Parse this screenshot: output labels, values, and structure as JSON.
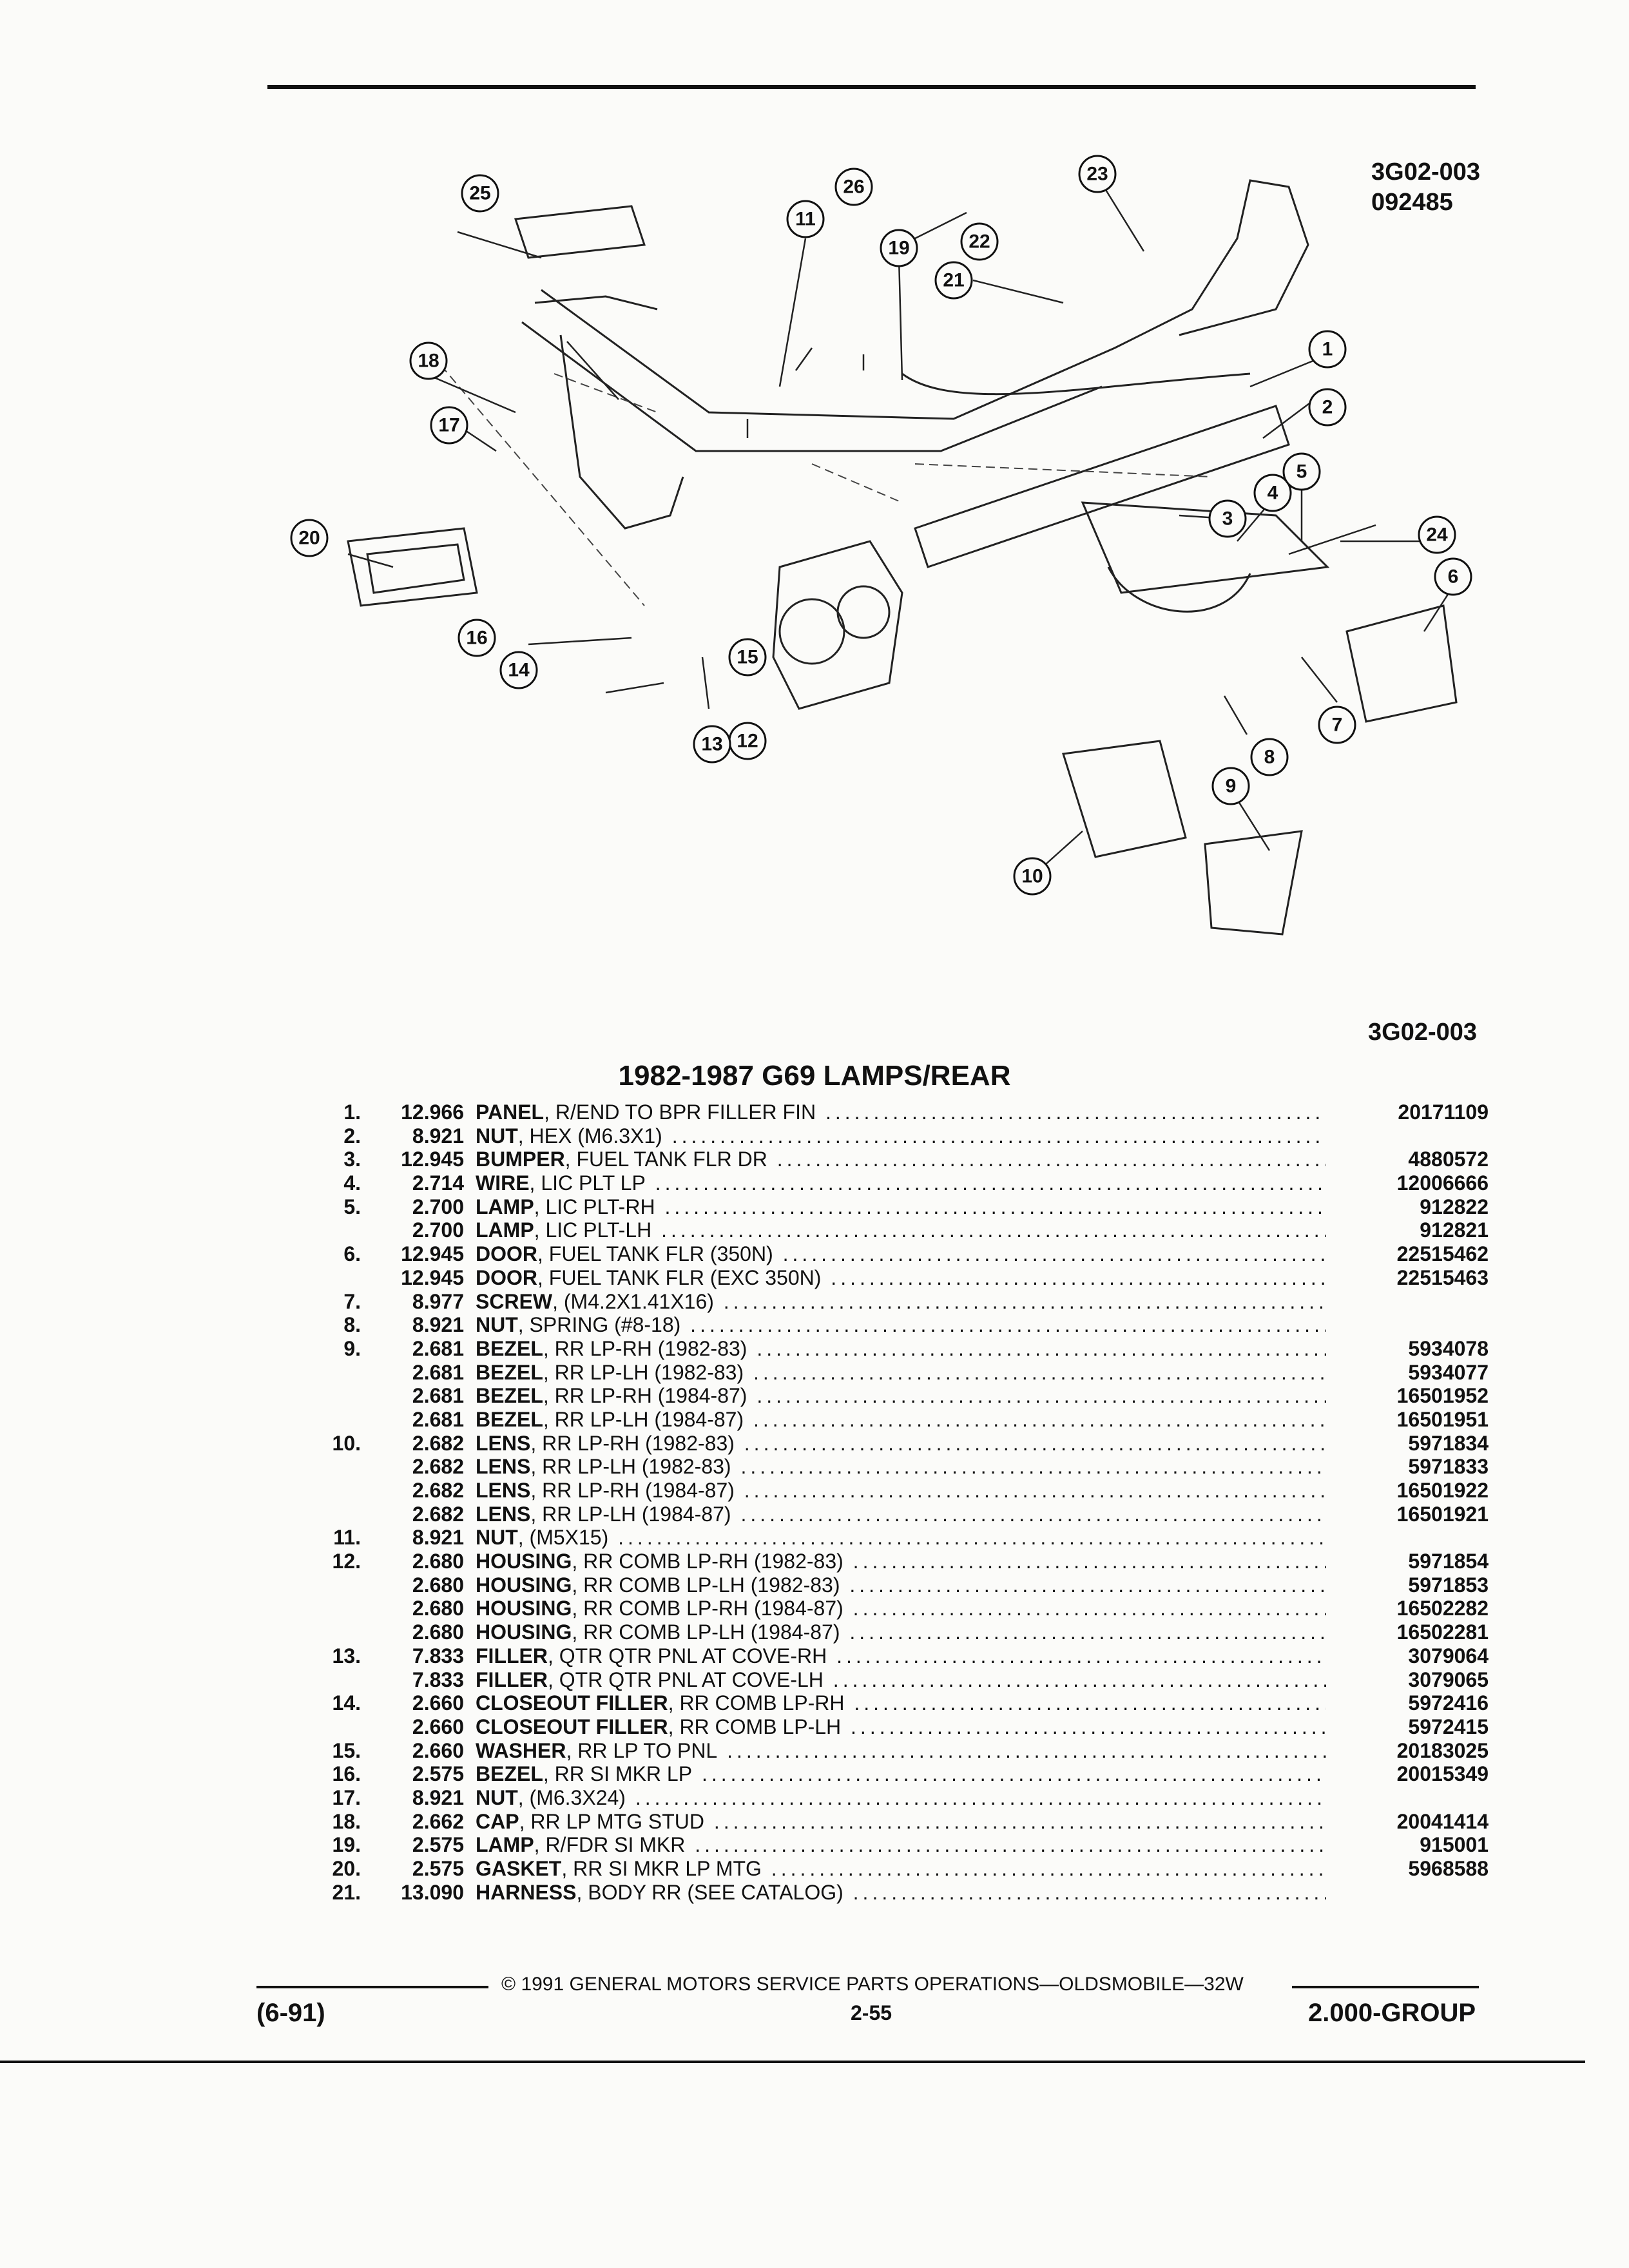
{
  "header": {
    "code": "3G02-003",
    "date_code": "092485"
  },
  "diagram": {
    "code": "3G02-003",
    "callouts": [
      "1",
      "2",
      "3",
      "4",
      "5",
      "6",
      "7",
      "8",
      "9",
      "10",
      "11",
      "12",
      "13",
      "14",
      "15",
      "16",
      "17",
      "18",
      "19",
      "20",
      "21",
      "22",
      "23",
      "24",
      "25",
      "26"
    ]
  },
  "section_title": "1982-1987 G69 LAMPS/REAR",
  "parts": [
    {
      "item": "1.",
      "group": "12.966",
      "name": "PANEL",
      "desc": ", R/END TO BPR FILLER FIN",
      "part": "20171109"
    },
    {
      "item": "2.",
      "group": "8.921",
      "name": "NUT",
      "desc": ", HEX (M6.3X1)",
      "part": ""
    },
    {
      "item": "3.",
      "group": "12.945",
      "name": "BUMPER",
      "desc": ", FUEL TANK FLR DR",
      "part": "4880572"
    },
    {
      "item": "4.",
      "group": "2.714",
      "name": "WIRE",
      "desc": ", LIC PLT LP",
      "part": "12006666"
    },
    {
      "item": "5.",
      "group": "2.700",
      "name": "LAMP",
      "desc": ", LIC PLT-RH",
      "part": "912822"
    },
    {
      "item": "",
      "group": "2.700",
      "name": "LAMP",
      "desc": ", LIC PLT-LH",
      "part": "912821"
    },
    {
      "item": "6.",
      "group": "12.945",
      "name": "DOOR",
      "desc": ", FUEL TANK FLR (350N)",
      "part": "22515462"
    },
    {
      "item": "",
      "group": "12.945",
      "name": "DOOR",
      "desc": ", FUEL TANK FLR (EXC 350N)",
      "part": "22515463"
    },
    {
      "item": "7.",
      "group": "8.977",
      "name": "SCREW",
      "desc": ", (M4.2X1.41X16)",
      "part": ""
    },
    {
      "item": "8.",
      "group": "8.921",
      "name": "NUT",
      "desc": ", SPRING (#8-18)",
      "part": ""
    },
    {
      "item": "9.",
      "group": "2.681",
      "name": "BEZEL",
      "desc": ", RR LP-RH (1982-83)",
      "part": "5934078"
    },
    {
      "item": "",
      "group": "2.681",
      "name": "BEZEL",
      "desc": ", RR LP-LH (1982-83)",
      "part": "5934077"
    },
    {
      "item": "",
      "group": "2.681",
      "name": "BEZEL",
      "desc": ", RR LP-RH (1984-87)",
      "part": "16501952"
    },
    {
      "item": "",
      "group": "2.681",
      "name": "BEZEL",
      "desc": ", RR LP-LH (1984-87)",
      "part": "16501951"
    },
    {
      "item": "10.",
      "group": "2.682",
      "name": "LENS",
      "desc": ", RR LP-RH (1982-83)",
      "part": "5971834"
    },
    {
      "item": "",
      "group": "2.682",
      "name": "LENS",
      "desc": ", RR LP-LH (1982-83)",
      "part": "5971833"
    },
    {
      "item": "",
      "group": "2.682",
      "name": "LENS",
      "desc": ", RR LP-RH (1984-87)",
      "part": "16501922"
    },
    {
      "item": "",
      "group": "2.682",
      "name": "LENS",
      "desc": ", RR LP-LH (1984-87)",
      "part": "16501921"
    },
    {
      "item": "11.",
      "group": "8.921",
      "name": "NUT",
      "desc": ", (M5X15)",
      "part": ""
    },
    {
      "item": "12.",
      "group": "2.680",
      "name": "HOUSING",
      "desc": ", RR COMB LP-RH (1982-83)",
      "part": "5971854"
    },
    {
      "item": "",
      "group": "2.680",
      "name": "HOUSING",
      "desc": ", RR COMB LP-LH (1982-83)",
      "part": "5971853"
    },
    {
      "item": "",
      "group": "2.680",
      "name": "HOUSING",
      "desc": ", RR COMB LP-RH (1984-87)",
      "part": "16502282"
    },
    {
      "item": "",
      "group": "2.680",
      "name": "HOUSING",
      "desc": ", RR COMB LP-LH (1984-87)",
      "part": "16502281"
    },
    {
      "item": "13.",
      "group": "7.833",
      "name": "FILLER",
      "desc": ", QTR QTR PNL AT COVE-RH",
      "part": "3079064"
    },
    {
      "item": "",
      "group": "7.833",
      "name": "FILLER",
      "desc": ", QTR QTR PNL AT COVE-LH",
      "part": "3079065"
    },
    {
      "item": "14.",
      "group": "2.660",
      "name": "CLOSEOUT FILLER",
      "desc": ", RR COMB LP-RH",
      "part": "5972416"
    },
    {
      "item": "",
      "group": "2.660",
      "name": "CLOSEOUT FILLER",
      "desc": ", RR COMB LP-LH",
      "part": "5972415"
    },
    {
      "item": "15.",
      "group": "2.660",
      "name": "WASHER",
      "desc": ", RR LP TO PNL",
      "part": "20183025"
    },
    {
      "item": "16.",
      "group": "2.575",
      "name": "BEZEL",
      "desc": ", RR SI MKR LP",
      "part": "20015349"
    },
    {
      "item": "17.",
      "group": "8.921",
      "name": "NUT",
      "desc": ", (M6.3X24)",
      "part": ""
    },
    {
      "item": "18.",
      "group": "2.662",
      "name": "CAP",
      "desc": ", RR LP MTG STUD",
      "part": "20041414"
    },
    {
      "item": "19.",
      "group": "2.575",
      "name": "LAMP",
      "desc": ", R/FDR SI MKR",
      "part": "915001"
    },
    {
      "item": "20.",
      "group": "2.575",
      "name": "GASKET",
      "desc": ", RR SI MKR LP MTG",
      "part": "5968588"
    },
    {
      "item": "21.",
      "group": "13.090",
      "name": "HARNESS",
      "desc": ", BODY RR (SEE CATALOG)",
      "part": ""
    }
  ],
  "footer": {
    "copyright": "© 1991 GENERAL MOTORS SERVICE PARTS OPERATIONS—OLDSMOBILE—32W",
    "revision": "(6-91)",
    "page": "2-55",
    "group": "2.000-GROUP"
  }
}
